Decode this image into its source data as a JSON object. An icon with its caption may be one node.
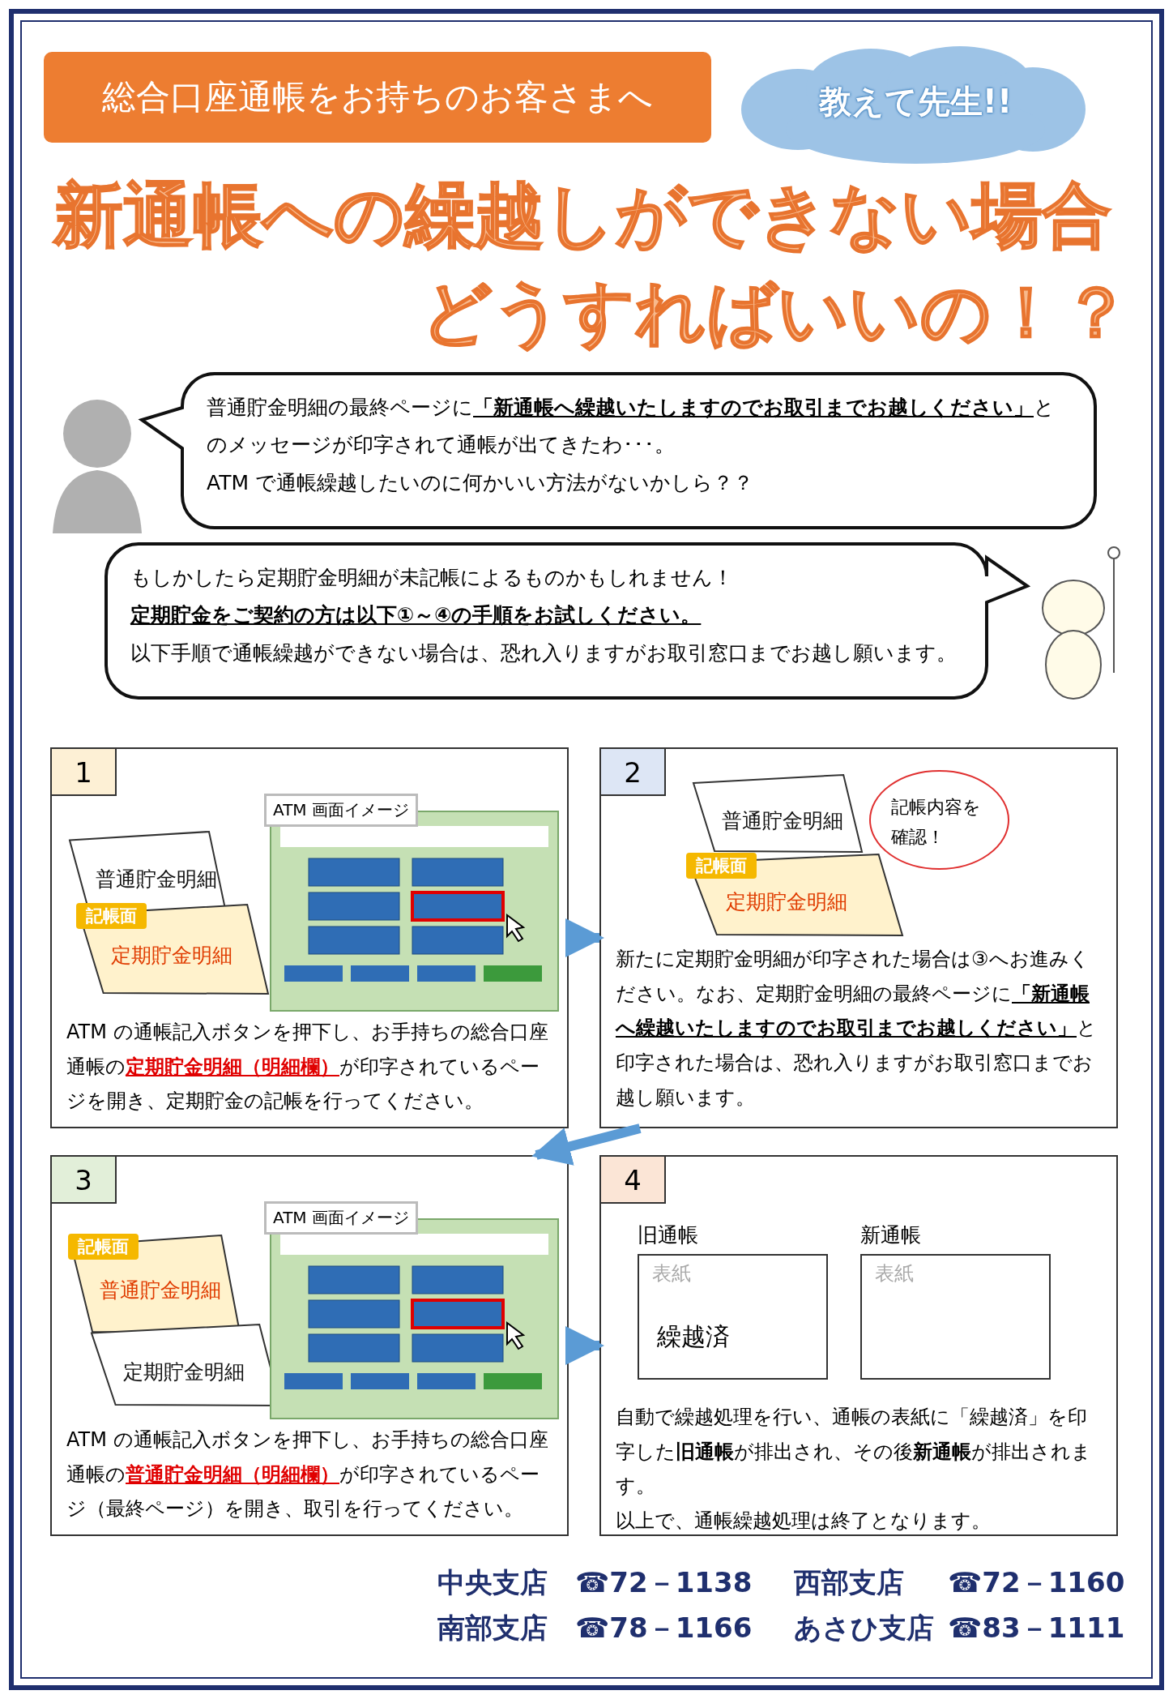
{
  "diagram": {
    "title": "新通帳への繰越しができない場合どうすればいいの！？",
    "nodes": [
      {
        "text": [
          "総合口座通帳をお持ちのお客さまへ"
        ]
      },
      {
        "text": [
          "教えて先生!!"
        ]
      },
      {
        "text": [
          "普通貯金明細の最終ページに**「新通帳へ繰越いたしますのでお取引までお越しください」**とのメッセージが印字されて通帳が出てきたわ･･･。",
          "ATM で通帳繰越したいのに何かいい方法がないかしら？？"
        ]
      },
      {
        "text": [
          "もしかしたら定期貯金明細が未記帳によるものかもしれません！",
          "**定期貯金をご契約の方は以下①～④の手順をお試しください。**",
          "以下手順で通帳繰越ができない場合は、恐れ入りますがお取引窓口までお越し願います。"
        ]
      },
      {
        "text": [
          "1",
          "ATM の通帳記入ボタンを押下し、お手持ちの総合口座通帳の**定期貯金明細（明細欄）**が印字されているページを開き、定期貯金の記帳を行ってください。"
        ]
      },
      {
        "text": [
          "普通貯金明細"
        ],
        "in": 4
      },
      {
        "text": [
          "記帳面",
          "定期貯金明細"
        ],
        "in": 4
      },
      {
        "text": [
          "ATM 画面イメージ"
        ],
        "in": 4
      },
      {
        "text": [
          "2",
          "新たに定期貯金明細が印字された場合は③へお進みください。なお、定期貯金明細の最終ページに**「新通帳へ繰越いたしますのでお取引までお越しください」**と印字された場合は、恐れ入りますがお取引窓口までお越し願います。"
        ]
      },
      {
        "text": [
          "普通貯金明細"
        ],
        "in": 8
      },
      {
        "text": [
          "記帳面",
          "定期貯金明細"
        ],
        "in": 8
      },
      {
        "text": [
          "記帳内容を確認！"
        ],
        "in": 8
      },
      {
        "text": [
          "3",
          "ATM の通帳記入ボタンを押下し、お手持ちの総合口座通帳の**普通貯金明細（明細欄）**が印字されているページ（最終ページ）を開き、取引を行ってください。"
        ]
      },
      {
        "text": [
          "記帳面",
          "普通貯金明細"
        ],
        "in": 12
      },
      {
        "text": [
          "定期貯金明細"
        ],
        "in": 12
      },
      {
        "text": [
          "ATM 画面イメージ"
        ],
        "in": 12
      },
      {
        "text": [
          "4",
          "自動で繰越処理を行い、通帳の表紙に「繰越済」を印字した**旧通帳**が排出され、その後**新通帳**が排出されます。",
          "以上で、通帳繰越処理は終了となります。"
        ]
      },
      {
        "text": [
          "旧通帳",
          "表紙",
          "繰越済"
        ],
        "in": 16
      },
      {
        "text": [
          "新通帳",
          "表紙"
        ],
        "in": 16
      }
    ],
    "edges": [
      {
        "from": 4,
        "to": 8,
        "arrow": "to"
      },
      {
        "from": 8,
        "to": 12,
        "arrow": "to"
      },
      {
        "from": 12,
        "to": 16,
        "arrow": "to"
      }
    ],
    "labels": [
      "中央支店",
      "☎72－1138",
      "西部支店",
      "☎72－1160",
      "南部支店",
      "☎78－1166",
      "あさひ支店",
      "☎83－1111"
    ]
  }
}
